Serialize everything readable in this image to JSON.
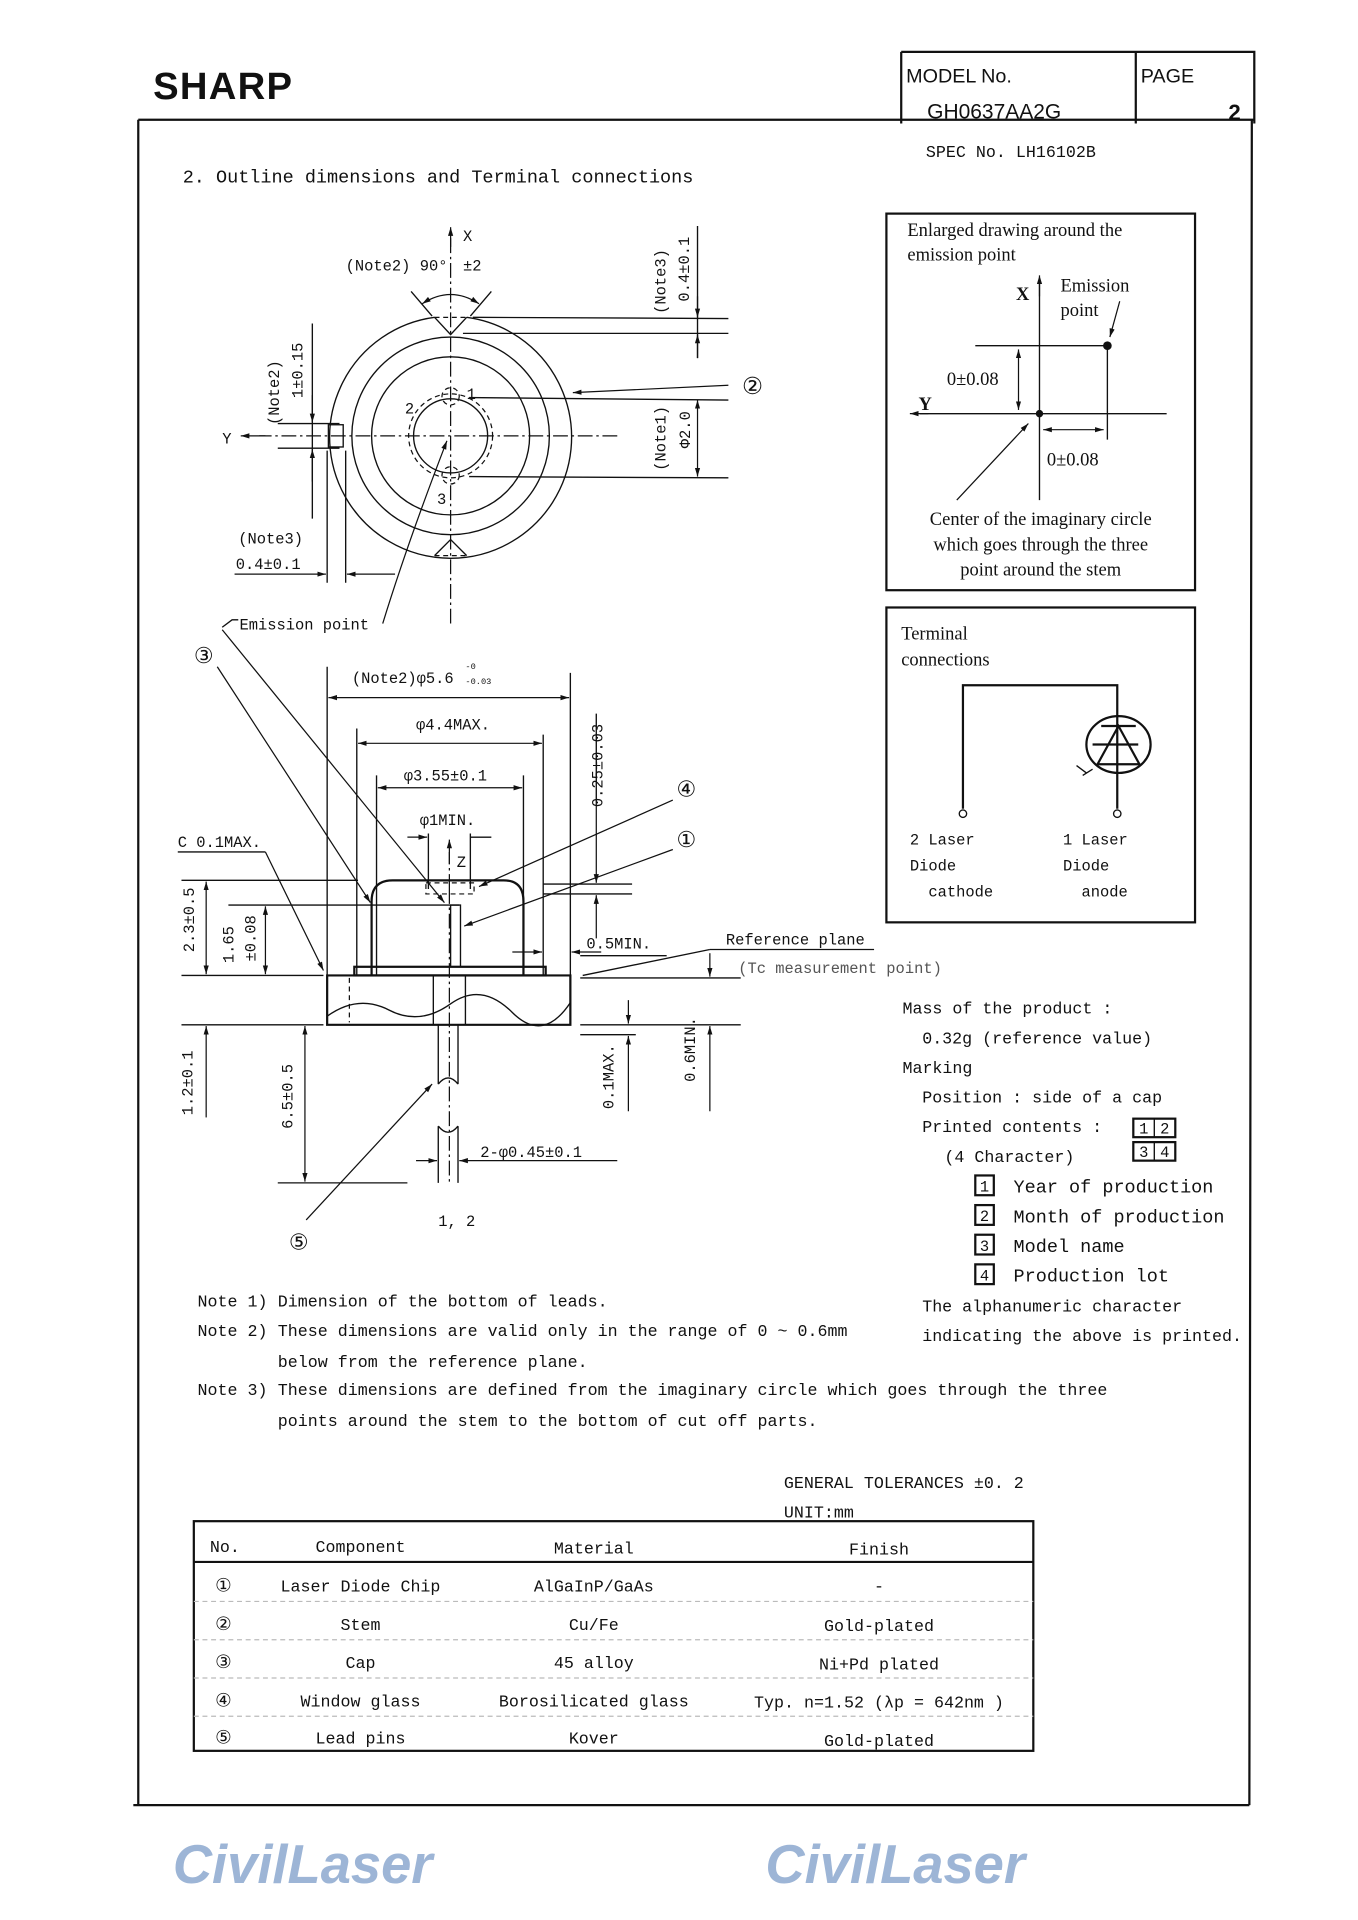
{
  "header": {
    "logo": "SHARP",
    "model_label": "MODEL No.",
    "model_value": "GH0637AA2G",
    "page_label": "PAGE",
    "page_value": "2",
    "spec": "SPEC No. LH16102B"
  },
  "section_title": "2.  Outline dimensions and Terminal connections",
  "watermark": "CivilLaser",
  "top_view": {
    "x_axis": "X",
    "y_axis": "Y",
    "angle_note": "(Note2) 90°",
    "angle_tol": "±2",
    "note3_top": "(Note3)",
    "dim_top": "0.4±0.1",
    "note1": "(Note1)",
    "dim_phi2": "Φ2.0",
    "note2_left": "(Note2)",
    "dim_left": "1±0.15",
    "note3_bottom": "(Note3)",
    "dim_bottom": "0.4±0.1",
    "emission_point": "Emission point",
    "pin1": "1",
    "pin2": "2",
    "pin3": "3",
    "callout_stem": "②"
  },
  "side_view": {
    "phi56": "(Note2)φ5.6",
    "phi56_tol_upper": "-0",
    "phi56_tol_lower": "-0.03",
    "phi44": "φ4.4MAX.",
    "phi355": "φ3.55±0.1",
    "phi1": "φ1MIN.",
    "z_axis": "Z",
    "chamfer": "C 0.1MAX.",
    "dim_23": "2.3±0.5",
    "dim_165": "1.65",
    "dim_165_tol": "±0.08",
    "dim_12": "1.2±0.1",
    "dim_65": "6.5±0.5",
    "dim_025": "0.25±0.03",
    "dim_05min": "0.5MIN.",
    "reference_plane": "Reference plane",
    "tc_point": "(Tc measurement point)",
    "dim_06min": "0.6MIN.",
    "dim_01max": "0.1MAX.",
    "lead_dia": "2-φ0.45±0.1",
    "pins": "1, 2",
    "callout_cap": "③",
    "callout_window": "④",
    "callout_chip": "①",
    "callout_leads": "⑤"
  },
  "enlarged": {
    "title_1": "Enlarged drawing  around the",
    "title_2": "emission point",
    "x_axis": "X",
    "y_axis": "Y",
    "emission_1": "Emission",
    "emission_2": "point",
    "dim_x": "0±0.08",
    "dim_y": "0±0.08",
    "center_1": "Center of the imaginary circle",
    "center_2": "which goes through the three",
    "center_3": "point around the stem"
  },
  "terminal": {
    "title_1": "Terminal",
    "title_2": "connections",
    "pin2_1": "2 Laser",
    "pin2_2": "Diode",
    "pin2_3": "cathode",
    "pin1_1": "1 Laser",
    "pin1_2": "Diode",
    "pin1_3": "anode"
  },
  "info": {
    "mass_label": "Mass of the product :",
    "mass_value": "0.32g (reference value)",
    "marking": "Marking",
    "position": "Position : side of a cap",
    "printed": "Printed contents :",
    "char_count": "(4 Character)",
    "grid": [
      "1",
      "2",
      "3",
      "4"
    ],
    "items": [
      {
        "n": "1",
        "label": "Year of production"
      },
      {
        "n": "2",
        "label": "Month of production"
      },
      {
        "n": "3",
        "label": "Model name"
      },
      {
        "n": "4",
        "label": "Production lot"
      }
    ],
    "alpha_1": "The alphanumeric character",
    "alpha_2": "indicating the above is printed."
  },
  "notes": [
    {
      "tag": "Note 1)",
      "lines": [
        "Dimension of the bottom of leads."
      ]
    },
    {
      "tag": "Note 2)",
      "lines": [
        "These dimensions are valid only in the range of 0 ~ 0.6mm",
        "below from the reference plane."
      ]
    },
    {
      "tag": "Note 3)",
      "lines": [
        "These dimensions are defined from the imaginary circle which goes through the three",
        "points around the stem to the bottom of cut off parts."
      ]
    }
  ],
  "tolerances": {
    "general": "GENERAL TOLERANCES ±0. 2",
    "unit": "UNIT:mm"
  },
  "table": {
    "headers": [
      "No.",
      "Component",
      "Material",
      "Finish"
    ],
    "rows": [
      {
        "no": "①",
        "component": "Laser Diode Chip",
        "material": "AlGaInP/GaAs",
        "finish": "-"
      },
      {
        "no": "②",
        "component": "Stem",
        "material": "Cu/Fe",
        "finish": "Gold-plated"
      },
      {
        "no": "③",
        "component": "Cap",
        "material": "45 alloy",
        "finish": "Ni+Pd plated"
      },
      {
        "no": "④",
        "component": "Window glass",
        "material": "Borosilicated glass",
        "finish": "Typ.  n=1.52 (λp = 642nm )"
      },
      {
        "no": "⑤",
        "component": "Lead pins",
        "material": "Kover",
        "finish": "Gold-plated"
      }
    ]
  }
}
